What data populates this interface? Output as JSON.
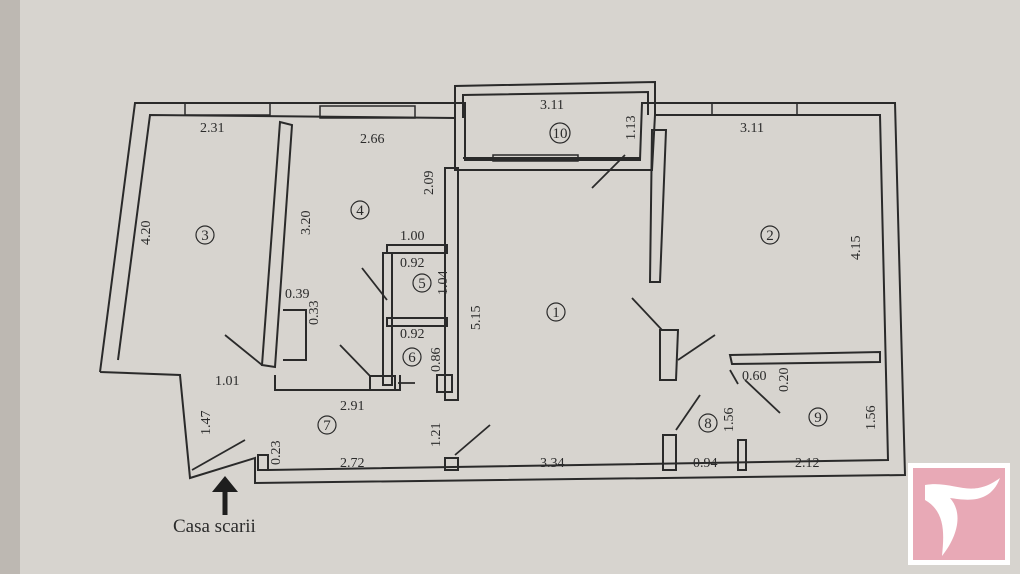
{
  "dims": {
    "d_231": "2.31",
    "d_420": "4.20",
    "d_101": "1.01",
    "d_147": "1.47",
    "d_023": "0.23",
    "d_266": "2.66",
    "d_320": "3.20",
    "d_209": "2.09",
    "d_100": "1.00",
    "d_092a": "0.92",
    "d_104": "1.04",
    "d_039": "0.39",
    "d_033": "0.33",
    "d_092b": "0.92",
    "d_086": "0.86",
    "d_291": "2.91",
    "d_121": "1.21",
    "d_272": "2.72",
    "d_515": "5.15",
    "d_334": "3.34",
    "d_311a": "3.11",
    "d_113": "1.13",
    "d_311b": "3.11",
    "d_415": "4.15",
    "d_060": "0.60",
    "d_020": "0.20",
    "d_156a": "1.56",
    "d_156b": "1.56",
    "d_094": "0.94",
    "d_212": "2.12"
  },
  "rooms": [
    "1",
    "2",
    "3",
    "4",
    "5",
    "6",
    "7",
    "8",
    "9",
    "10"
  ],
  "caption": "Casa scarii",
  "colors": {
    "paper": "#d7d4cf",
    "ink": "#2a2a2a",
    "logo_bg": "#e8a9b6",
    "logo_fg": "#c8324f"
  }
}
